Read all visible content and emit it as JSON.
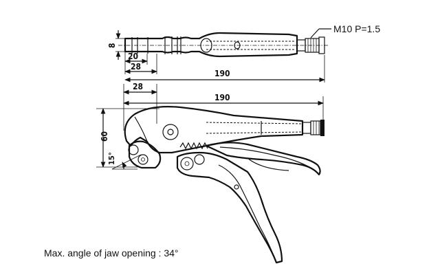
{
  "top_view": {
    "thread_spec": "M10  P=1.5",
    "dim_width": "8",
    "dim_20": "20",
    "dim_28": "28",
    "dim_190": "190"
  },
  "side_view": {
    "dim_28": "28",
    "dim_190": "190",
    "dim_60": "60",
    "dim_angle": "15°"
  },
  "caption": "Max. angle of jaw opening : 34°"
}
